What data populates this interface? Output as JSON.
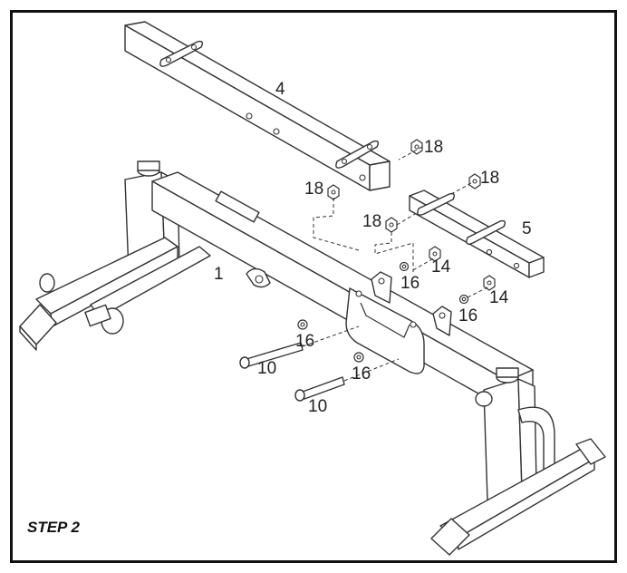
{
  "step_label": "STEP 2",
  "callouts": {
    "c1": "1",
    "c4": "4",
    "c5": "5",
    "c10a": "10",
    "c10b": "10",
    "c14a": "14",
    "c14b": "14",
    "c16a": "16",
    "c16b": "16",
    "c16c": "16",
    "c16d": "16",
    "c18a": "18",
    "c18b": "18",
    "c18c": "18",
    "c18d": "18"
  }
}
